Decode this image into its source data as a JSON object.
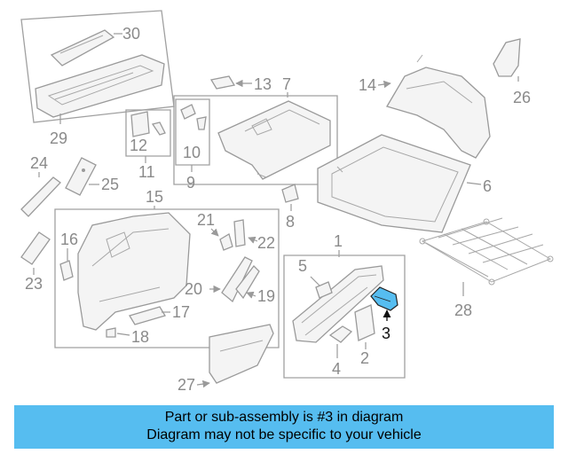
{
  "callouts": {
    "c1": "1",
    "c2": "2",
    "c3": "3",
    "c4": "4",
    "c5": "5",
    "c6": "6",
    "c7": "7",
    "c8": "8",
    "c9": "9",
    "c10": "10",
    "c11": "11",
    "c12": "12",
    "c13": "13",
    "c14": "14",
    "c15": "15",
    "c16": "16",
    "c17": "17",
    "c18": "18",
    "c19": "19",
    "c20": "20",
    "c21": "21",
    "c22": "22",
    "c23": "23",
    "c24": "24",
    "c25": "25",
    "c26": "26",
    "c27": "27",
    "c28": "28",
    "c29": "29",
    "c30": "30"
  },
  "highlight": {
    "part_number": "3",
    "color": "#56bdf0"
  },
  "caption": {
    "line1": "Part or sub-assembly is #3 in diagram",
    "line2": "Diagram may not be specific to your vehicle",
    "background": "#56bdf0"
  }
}
